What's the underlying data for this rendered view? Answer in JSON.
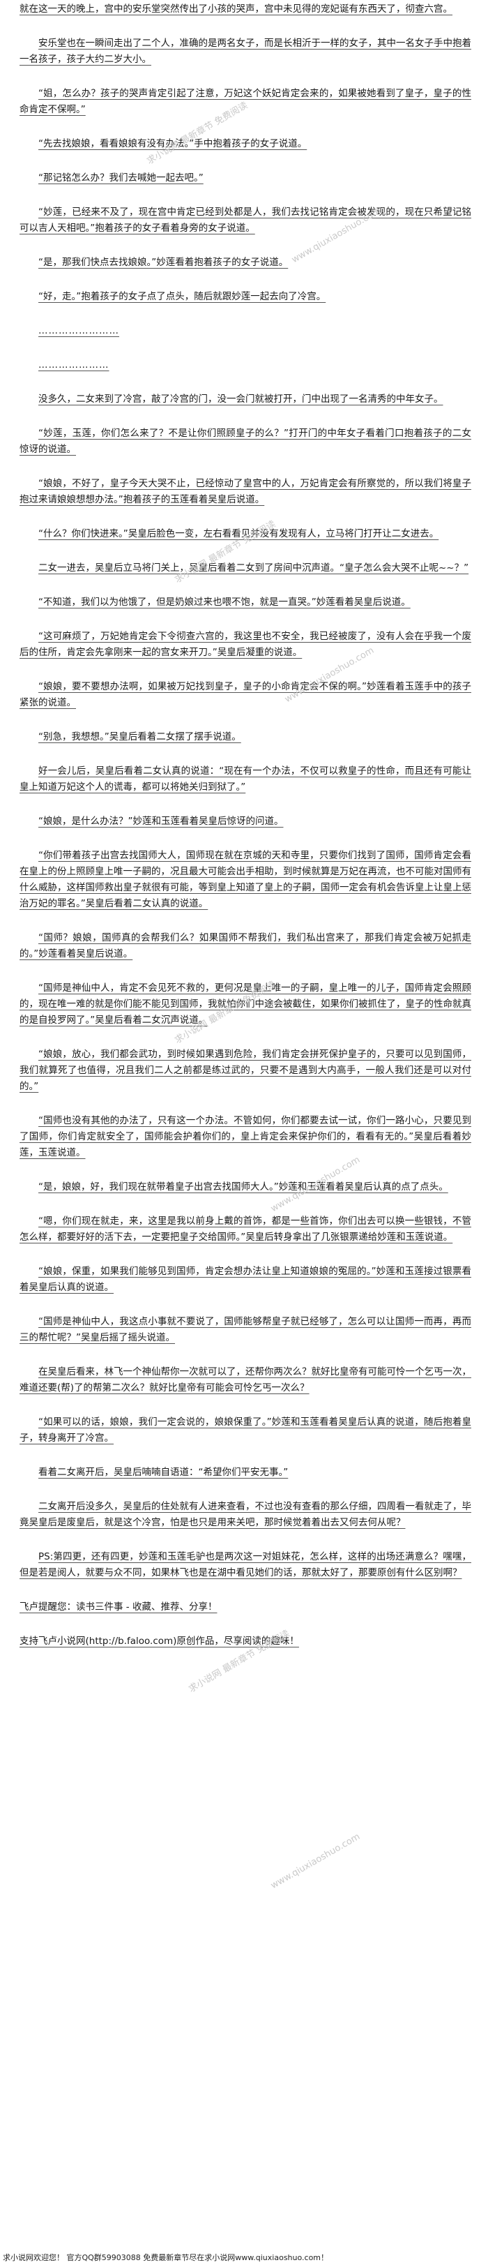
{
  "paragraphs": [
    "就在这一天的晚上，宫中的安乐堂突然传出了小孩的哭声，宫中未见得的宠妃诞有东西天了，彻查六宫。",
    "安乐堂也在一瞬间走出了二个人，准确的是两名女子，而是长相沂于一样的女子，其中一名女子手中抱着一名孩子，孩子大约二岁大小。",
    "“姐，怎么办？孩子的哭声肯定引起了注意，万妃这个妖妃肯定会来的，如果被她看到了皇子，皇子的性命肯定不保啊。”",
    "“先去找娘娘，看看娘娘有没有办法。”手中抱着孩子的女子说道。",
    "“那记铭怎么办？我们去喊她一起去吧。”",
    "“妙莲，已经来不及了，现在宫中肯定已经到处都是人，我们去找记铭肯定会被发现的，现在只希望记铭可以吉人天相吧。”抱着孩子的女子看着身旁的女子说道。",
    "“是，那我们快点去找娘娘。”妙莲看着抱着孩子的女子说道。",
    "“好，走。”抱着孩子的女子点了点头，随后就跟妙莲一起去向了冷宫。",
    "……………………",
    "…………………",
    "没多久，二女来到了冷宫，敲了冷宫的门，没一会门就被打开，门中出现了一名清秀的中年女子。",
    "“妙莲，玉莲，你们怎么来了？不是让你们照顾皇子的么？”打开门的中年女子看着门口抱着孩子的二女惊讶的说道。",
    "“娘娘，不好了，皇子今天大哭不止，已经惊动了皇宫中的人，万妃肯定会有所察觉的，所以我们将皇子抱过来请娘娘想想办法。”抱着孩子的玉莲看着吴皇后说道。",
    "“什么？你们快进来。”吴皇后脸色一变，左右看看见并没有发现有人，立马将门打开让二女进去。",
    "二女一进去，吴皇后立马将门关上，吴皇后看着二女到了房间中沉声道。“皇子怎么会大哭不止呢~~？”",
    "“不知道，我们以为他饿了，但是奶娘过来也喂不饱，就是一直哭。”妙莲看着吴皇后说道。",
    "“这可麻烦了，万妃她肯定会下令彻查六宫的，我这里也不安全，我已经被废了，没有人会在乎我一个废后的住所，肯定会先拿刚来一起的宫女来开刀。”吴皇后凝重的说道。",
    "“娘娘，要不要想办法啊，如果被万妃找到皇子，皇子的小命肯定会不保的啊。”妙莲看着玉莲手中的孩子紧张的说道。",
    "“别急，我想想。”吴皇后看着二女摆了摆手说道。",
    "好一会儿后，吴皇后看着二女认真的说道：“现在有一个办法，不仅可以救皇子的性命，而且还有可能让皇上知道万妃这个人的谎毒，都可以将她关归到狱了。”",
    "“娘娘，是什么办法？”妙莲和玉莲看着吴皇后惊讶的问道。",
    "“你们带着孩子出宫去找国师大人，国师现在就在京城的天和寺里，只要你们找到了国师，国师肯定会看在皇上的份上照顾皇上唯一子嗣的，况且最大可能会出手相助，到时候就算是万妃在再流，也不可能对国师有什么威胁，这样国师救出皇子就很有可能，等到皇上知道了皇上的子嗣，国师一定会有机会告诉皇上让皇上惩治万妃的罪名。”吴皇后看着二女认真的说道。",
    "“国师？娘娘，国师真的会帮我们么？如果国师不帮我们，我们私出宫来了，那我们肯定会被万妃抓走的。”妙莲看着吴皇后说道。",
    "“国师是神仙中人，肯定不会见死不救的，更何况是皇上唯一的子嗣，皇上唯一的儿子，国师肯定会照顾的，现在唯一难的就是你们能不能见到国师，我就怕你们中途会被截住，如果你们被抓住了，皇子的性命就真的是自投罗网了。”吴皇后看着二女沉声说道。",
    "“娘娘，放心，我们都会武功，到时候如果遇到危险，我们肯定会拼死保护皇子的，只要可以见到国师，我们就算死了也值得，况且我们二人之前都是练过武的，只要不是遇到大内高手，一般人我们还是可以对付的。”",
    "“国师也没有其他的办法了，只有这一个办法。不管如何，你们都要去试一试，你们一路小心，只要见到了国师，你们肯定就安全了，国师能会护着你们的，皇上肯定会来保护你们的，看看有无的。”吴皇后看着妙莲，玉莲说道。",
    "“是，娘娘，好，我们现在就带着皇子出宫去找国师大人。”妙莲和玉莲看着吴皇后认真的点了点头。",
    "“嗯，你们现在就走，来，这里是我以前身上戴的首饰，都是一些首饰，你们出去可以换一些银钱，不管怎么样，都要好好的活下去，一定要把皇子交给国师。”吴皇后转身拿出了几张银票递给妙莲和玉莲说道。",
    "“娘娘，保重，如果我们能够见到国师，肯定会想办法让皇上知道娘娘的冤屈的。”妙莲和玉莲接过银票看着吴皇后认真的说道。",
    "“国师是神仙中人，我这点小事就不要说了，国师能够帮皇子就已经够了，怎么可以让国师一而再，再而三的帮忙呢？”吴皇后摇了摇头说道。",
    "在吴皇后看来，林飞一个神仙帮你一次就可以了，还帮你两次么？就好比皇帝有可能可怜一个乞丐一次，难道还要(帮)了的帮第二次么？就好比皇帝有可能会可怜乞丐一次么？",
    "“如果可以的话，娘娘，我们一定会说的，娘娘保重了。”妙莲和玉莲看着吴皇后认真的说道，随后抱着皇子，转身离开了冷宫。",
    "看着二女离开后，吴皇后喃喃自语道：“希望你们平安无事。”",
    "二女离开后没多久，吴皇后的住处就有人进来查看，不过也没有查看的那么仔细，四周看一看就走了，毕竟吴皇后是废皇后，就是这个冷宫，怕是也只是用来关吧，那时候觉着着出去又何去何从呢？",
    "PS:第四更，还有四更，妙莲和玉莲毛驴也是两次这一对姐妹花，怎么样，这样的出场还满意么？嘿嘿，但是若是阅人，就要与众不同，如果林飞也是在湖中看见她们的话，那就太好了，那要原创有什么区别啊？",
    "飞卢提醒您：读书三件事 - 收藏、推荐、分享！",
    "支持飞卢小说网(http://b.faloo.com)原创作品，尽享阅读的趣味！"
  ],
  "bottom_bar": {
    "text": "求小说网欢迎您！ 官方QQ群59903088 免费最新章节尽在求小说网www.qiuxiaoshuo.com！"
  },
  "watermarks": [
    "求小说网 最新章节 免费阅读",
    "www.qiuxiaoshuo.com",
    "求小说网 最新章节 免费阅读",
    "www.qiuxiaoshuo.com",
    "求小说网 最新章节 免费阅读",
    "www.qiuxiaoshuo.com",
    "求小说网 最新章节 免费阅读",
    "www.qiuxiaoshuo.com"
  ],
  "colors": {
    "text": "#1a1a1a",
    "underline": "#555555",
    "watermark": "#c9c9c9",
    "background": "#ffffff"
  }
}
